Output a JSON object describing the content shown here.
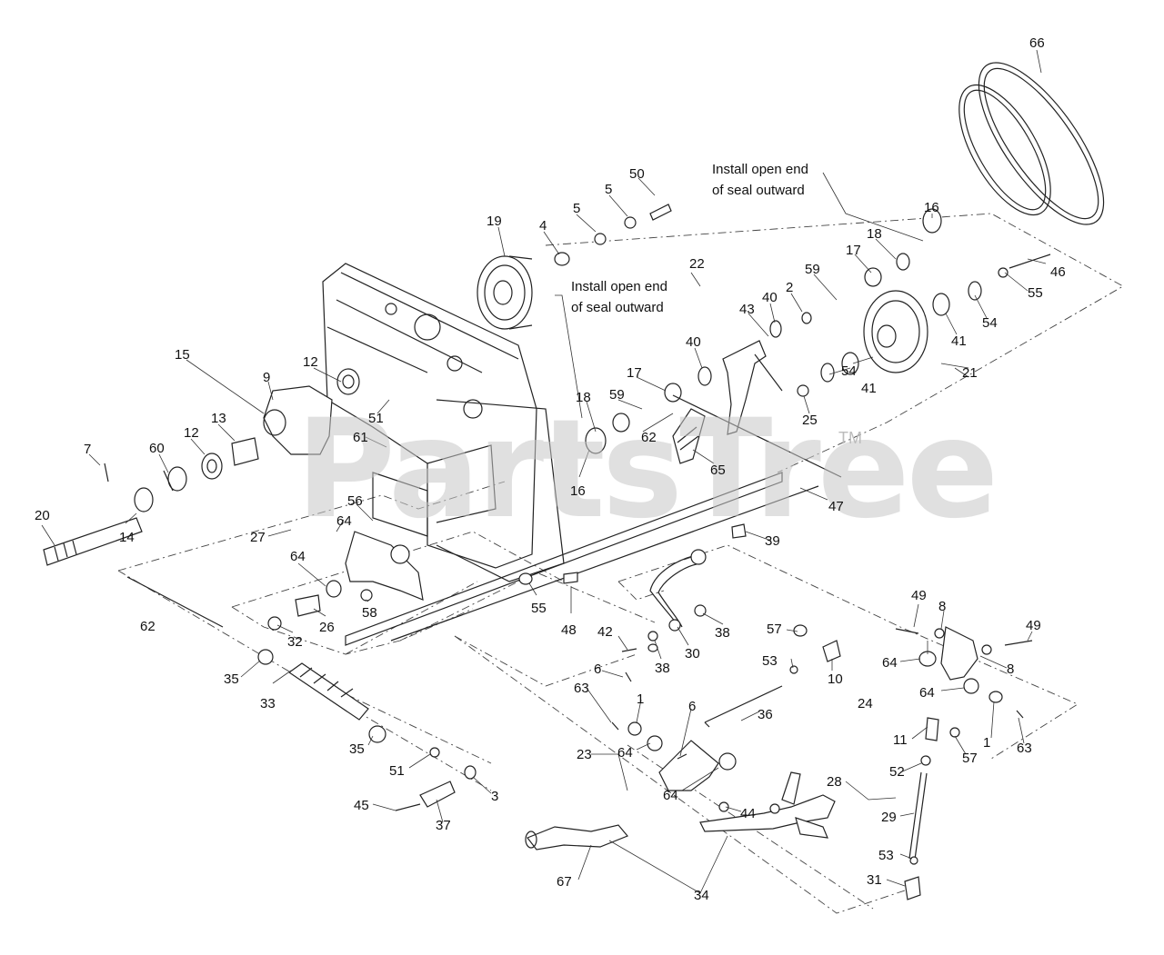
{
  "watermark": {
    "text": "PartsTree",
    "tm": "TM"
  },
  "notes": [
    {
      "id": "note-1",
      "lines": [
        "Install open end",
        "of seal outward"
      ]
    },
    {
      "id": "note-2",
      "lines": [
        "Install open end",
        "of seal outward"
      ]
    }
  ],
  "callouts": [
    "66",
    "50",
    "5",
    "5",
    "4",
    "19",
    "16",
    "18",
    "17",
    "22",
    "46",
    "59",
    "2",
    "40",
    "55",
    "54",
    "43",
    "40",
    "41",
    "41",
    "54",
    "21",
    "25",
    "17",
    "59",
    "18",
    "62",
    "65",
    "15",
    "12",
    "9",
    "7",
    "60",
    "12",
    "13",
    "51",
    "61",
    "16",
    "47",
    "56",
    "20",
    "14",
    "27",
    "64",
    "64",
    "39",
    "55",
    "48",
    "26",
    "58",
    "62",
    "32",
    "42",
    "38",
    "30",
    "38",
    "49",
    "8",
    "49",
    "57",
    "53",
    "10",
    "64",
    "8",
    "35",
    "6",
    "63",
    "1",
    "6",
    "64",
    "24",
    "33",
    "36",
    "1",
    "63",
    "35",
    "51",
    "3",
    "23",
    "64",
    "11",
    "57",
    "52",
    "64",
    "28",
    "44",
    "45",
    "37",
    "29",
    "53",
    "67",
    "34",
    "31"
  ],
  "colors": {
    "line": "#222222",
    "watermark": "#c8c8c8",
    "background": "#ffffff"
  }
}
